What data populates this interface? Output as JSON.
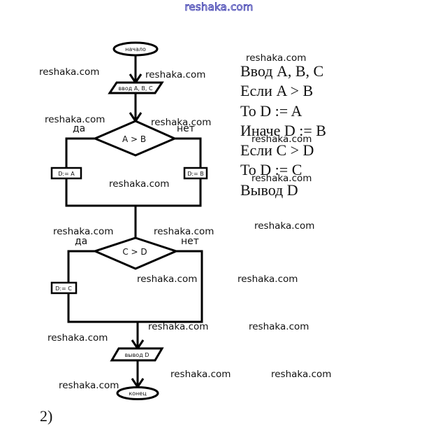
{
  "watermark_top": "reshaka.com",
  "watermarks": [
    "reshaka.com",
    "reshaka.com",
    "reshaka.com",
    "reshaka.com",
    "reshaka.com",
    "reshaka.com",
    "reshaka.com",
    "reshaka.com",
    "reshaka.com",
    "reshaka.com",
    "reshaka.com",
    "reshaka.com",
    "reshaka.com",
    "reshaka.com",
    "reshaka.com",
    "reshaka.com",
    "reshaka.com",
    "reshaka.com"
  ],
  "flowchart": {
    "start": "начало",
    "input": "ввод A, B, C",
    "decision1": "A > B",
    "decision1_yes": "да",
    "decision1_no": "нет",
    "assign_yes1": "D:= A",
    "assign_no1": "D:= B",
    "decision2": "C > D",
    "decision2_yes": "да",
    "decision2_no": "нет",
    "assign_yes2": "D:= C",
    "output": "вывод D",
    "end": "конец"
  },
  "pseudocode": [
    "Ввод A, B, C",
    "Если A > B",
    "То D := A",
    "Иначе D := B",
    "Если C > D",
    "То D := C",
    "Вывод D"
  ],
  "figure_label": "2)"
}
